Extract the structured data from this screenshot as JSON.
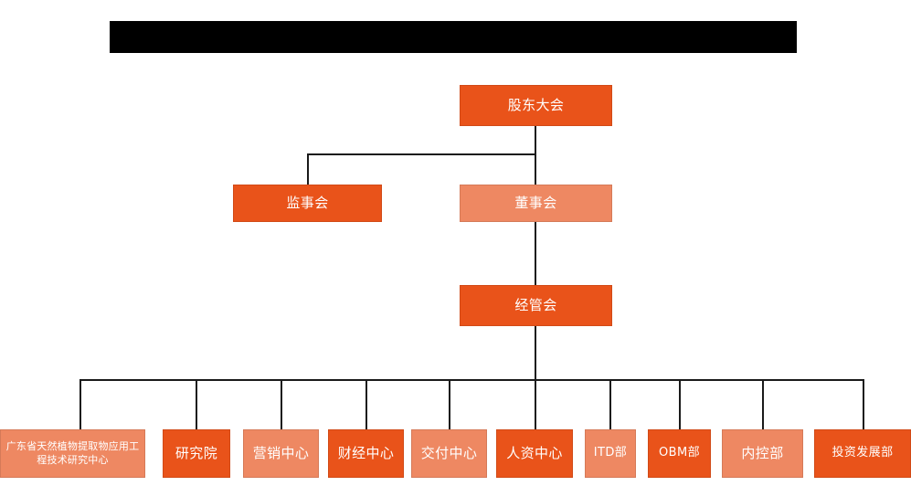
{
  "chart": {
    "title_bar": {
      "name": "redacted-title-bar",
      "text": ""
    },
    "levels": [
      {
        "level": 1,
        "nodes": [
          {
            "id": "shareholders-meeting",
            "label": "股东大会",
            "color": "#E9531A",
            "tone": "dark"
          }
        ]
      },
      {
        "level": 2,
        "nodes": [
          {
            "id": "board-of-supervisors",
            "label": "监事会",
            "color": "#E9531A",
            "tone": "dark"
          },
          {
            "id": "board-of-directors",
            "label": "董事会",
            "color": "#EE8862",
            "tone": "light"
          }
        ]
      },
      {
        "level": 3,
        "nodes": [
          {
            "id": "management-committee",
            "label": "经管会",
            "color": "#E9531A",
            "tone": "dark"
          }
        ]
      },
      {
        "level": 4,
        "nodes": [
          {
            "id": "guangdong-research-center",
            "label": "广东省天然植物提取物应用工程技术研究中心",
            "color": "#EE8862",
            "tone": "light"
          },
          {
            "id": "research-institute",
            "label": "研究院",
            "color": "#E9531A",
            "tone": "dark"
          },
          {
            "id": "marketing-center",
            "label": "营销中心",
            "color": "#EE8862",
            "tone": "light"
          },
          {
            "id": "finance-center",
            "label": "财经中心",
            "color": "#E9531A",
            "tone": "dark"
          },
          {
            "id": "delivery-center",
            "label": "交付中心",
            "color": "#EE8862",
            "tone": "light"
          },
          {
            "id": "hr-center",
            "label": "人资中心",
            "color": "#E9531A",
            "tone": "dark"
          },
          {
            "id": "itd-department",
            "label": "ITD部",
            "color": "#EE8862",
            "tone": "light"
          },
          {
            "id": "obm-department",
            "label": "OBM部",
            "color": "#E9531A",
            "tone": "dark"
          },
          {
            "id": "internal-control-department",
            "label": "内控部",
            "color": "#EE8862",
            "tone": "light"
          },
          {
            "id": "investment-development-department",
            "label": "投资发展部",
            "color": "#E9531A",
            "tone": "dark"
          }
        ]
      }
    ],
    "colors": {
      "accent_dark": "#E9531A",
      "accent_light": "#EE8862",
      "connector": "#1a1a1a",
      "background": "#FFFFFF",
      "redaction": "#000000"
    }
  }
}
